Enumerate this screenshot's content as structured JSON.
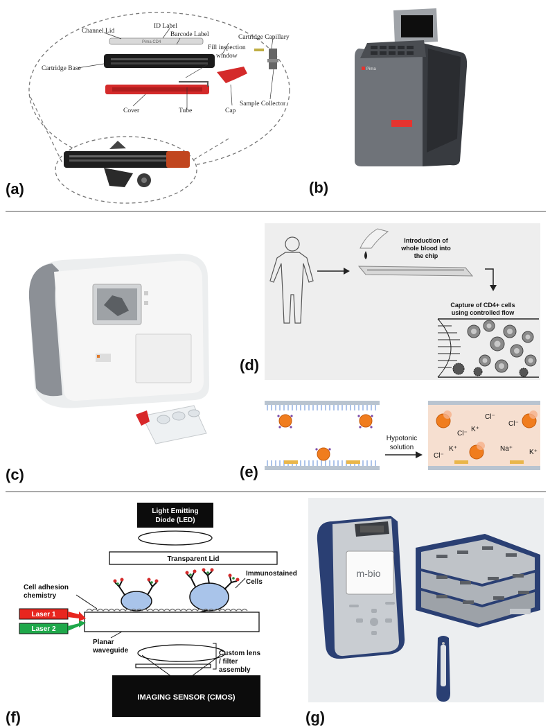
{
  "panels": {
    "a": {
      "letter": "(a)",
      "labels": {
        "channel_lid": "Channel Lid",
        "id_label": "ID Label",
        "barcode_label": "Barcode Label",
        "cartridge_capillary": "Cartridge Capillary",
        "fill_inspection": "Fill inspection",
        "window": "window",
        "cartridge_base": "Cartridge Base",
        "cover": "Cover",
        "tube": "Tube",
        "cap": "Cap",
        "sample_collector": "Sample Collector"
      },
      "lid_print": "Pima CD4"
    },
    "b": {
      "letter": "(b)",
      "device_brand": "Pima"
    },
    "c": {
      "letter": "(c)"
    },
    "d": {
      "letter": "(d)",
      "intro_line1": "Introduction of",
      "intro_line2": "whole blood into",
      "intro_line3": "the chip",
      "capture_line1": "Capture of CD4+ cells",
      "capture_line2": "using controlled flow"
    },
    "e": {
      "letter": "(e)",
      "arrow_line1": "Hypotonic",
      "arrow_line2": "solution",
      "ions": [
        "Cl⁻",
        "K⁺",
        "Cl⁻",
        "Cl⁻",
        "K⁺",
        "Na⁺",
        "K⁺",
        "Cl⁻"
      ]
    },
    "f": {
      "letter": "(f)",
      "led_line1": "Light Emitting",
      "led_line2": "Diode (LED)",
      "transparent_lid": "Transparent Lid",
      "immuno_line1": "Immunostained",
      "immuno_line2": "Cells",
      "adhesion_line1": "Cell adhesion",
      "adhesion_line2": "chemistry",
      "laser1": "Laser 1",
      "laser2": "Laser 2",
      "planar_line1": "Planar",
      "planar_line2": "waveguide",
      "lens_line1": "Custom lens",
      "lens_line2": "/ filter",
      "lens_line3": "assembly",
      "sensor": "IMAGING SENSOR (CMOS)"
    },
    "g": {
      "letter": "(g)",
      "screen_logo": "m-bio"
    }
  },
  "colors": {
    "cartridge_red": "#d42a2a",
    "device_red": "#e5342f",
    "laser1": "#e8261f",
    "laser2": "#1fa84a",
    "cell_blue": "#a9c4ea",
    "orange_cell": "#f07d1e",
    "device_navy": "#2a3f73"
  }
}
